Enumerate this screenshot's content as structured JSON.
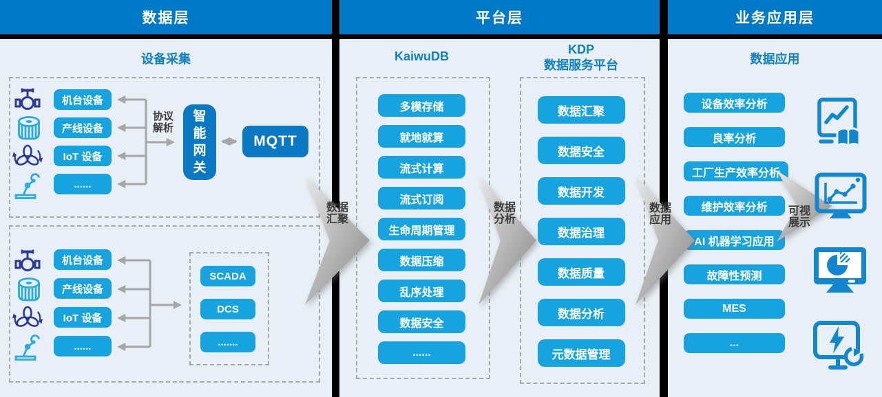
{
  "colors": {
    "header_blue": "#007AC8",
    "panel_bg": "#E8EFF6",
    "node_blue": "#17A3E0",
    "dark_blue": "#0A78C2",
    "title_blue": "#0F81C6",
    "app_icon_blue": "#1287CF",
    "device_icon_navy": "#2B3A97",
    "device_icon_cyan": "#29ABE2",
    "connector_gray": "#A6A6A6",
    "flow_label_gray": "#3D3D3D"
  },
  "headers": {
    "data_layer": "数据层",
    "platform_layer": "平台层",
    "business_layer": "业务应用层"
  },
  "data_layer": {
    "section_title": "设备采集",
    "device_group_top": {
      "devices": [
        "机台设备",
        "产线设备",
        "IoT 设备",
        "......"
      ],
      "device_icons": [
        "valve-icon",
        "drum-icon",
        "fan-icon",
        "robot-arm-icon"
      ],
      "protocol_label": "协议\n解析",
      "gateway_label": "智能网关",
      "mqtt_label": "MQTT"
    },
    "device_group_bottom": {
      "devices": [
        "机台设备",
        "产线设备",
        "IoT 设备",
        "......"
      ],
      "device_icons": [
        "valve-icon",
        "drum-icon",
        "fan-icon",
        "robot-arm-icon"
      ],
      "systems": [
        "SCADA",
        "DCS",
        "......."
      ]
    }
  },
  "platform_layer": {
    "kaiwudb": {
      "title": "KaiwuDB",
      "items": [
        "多模存储",
        "就地就算",
        "流式计算",
        "流式订阅",
        "生命周期管理",
        "数据压缩",
        "乱序处理",
        "数据安全",
        "......"
      ]
    },
    "kdp": {
      "title": "KDP\n数据服务平台",
      "items": [
        "数据汇聚",
        "数据安全",
        "数据开发",
        "数据治理",
        "数据质量",
        "数据分析",
        "元数据管理"
      ]
    }
  },
  "business_layer": {
    "section_title": "数据应用",
    "items": [
      "设备效率分析",
      "良率分析",
      "工厂生产效率分析",
      "维护效率分析",
      "AI 机器学习应用",
      "故障性预测",
      "MES",
      "..."
    ],
    "app_icons": [
      "report-trend-book-icon",
      "monitor-line-chart-icon",
      "monitor-pie-chart-icon",
      "monitor-energy-gauge-icon"
    ]
  },
  "flow_arrows": {
    "aggregate": "数据\n汇聚",
    "analyze": "数据\n分析",
    "apply": "数据\n应用",
    "visualize": "可视\n展示"
  }
}
